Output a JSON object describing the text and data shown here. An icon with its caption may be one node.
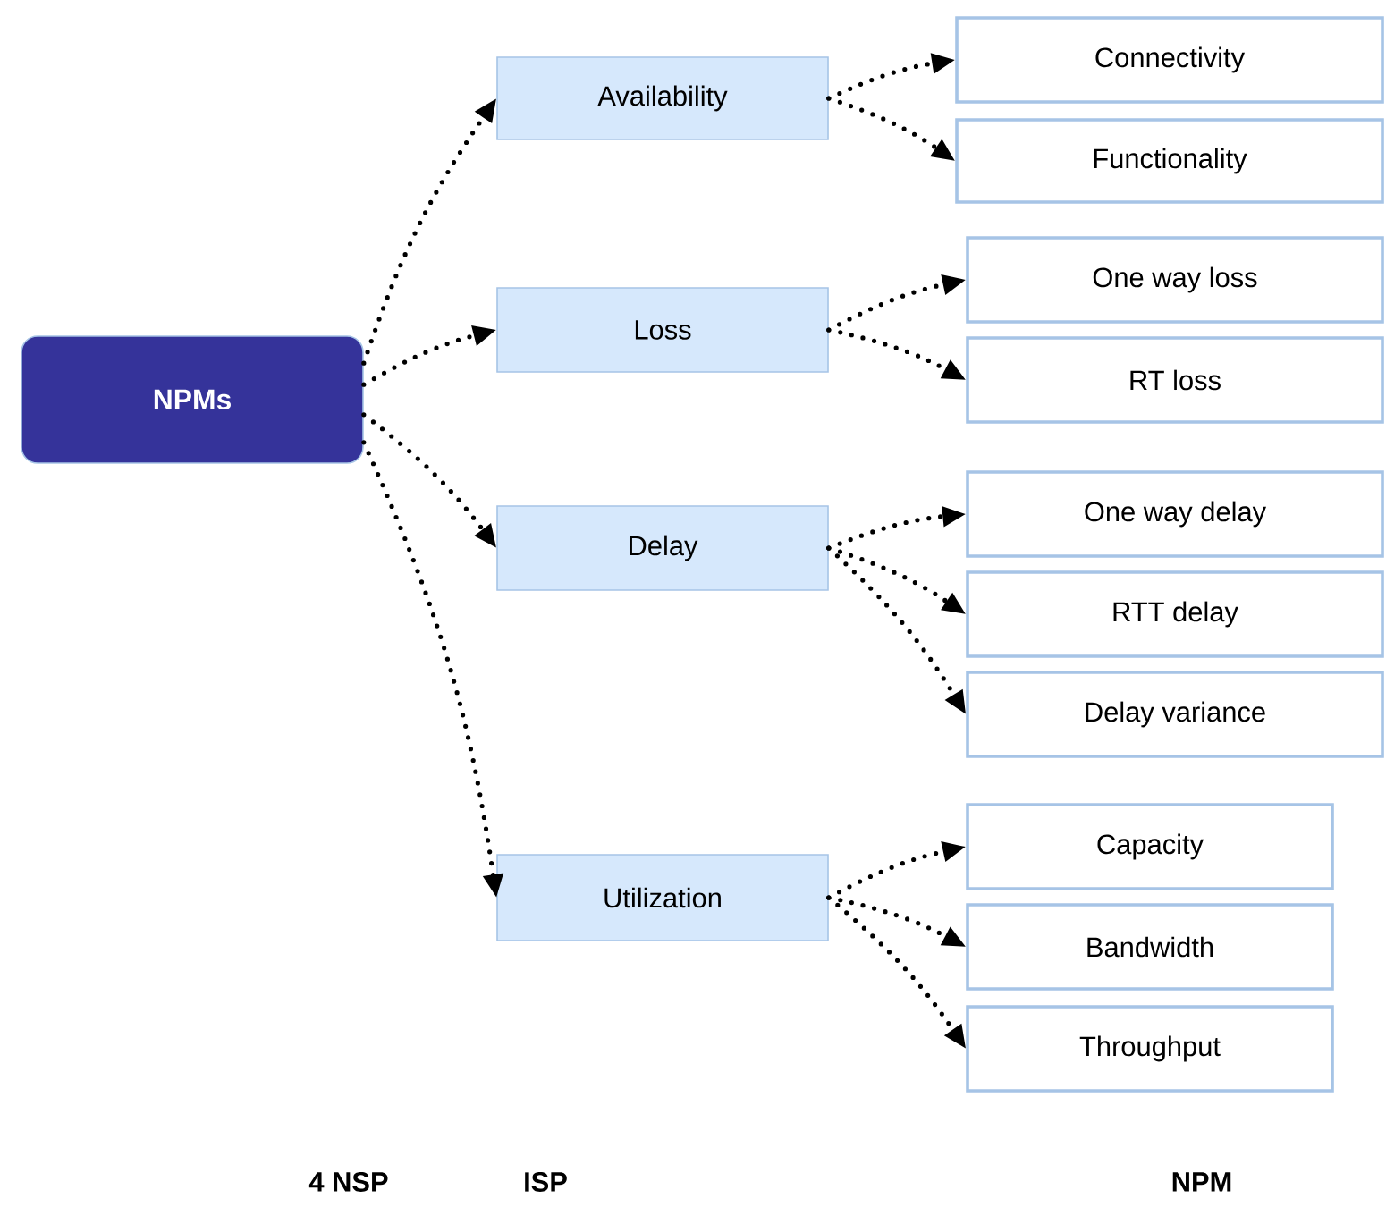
{
  "diagram": {
    "nodes": [
      {
        "text": [
          "NPMs"
        ]
      },
      {
        "text": [
          "Availability"
        ]
      },
      {
        "text": [
          "Loss"
        ]
      },
      {
        "text": [
          "Delay"
        ]
      },
      {
        "text": [
          "Utilization"
        ]
      },
      {
        "text": [
          "Connectivity"
        ]
      },
      {
        "text": [
          "Functionality"
        ]
      },
      {
        "text": [
          "One way loss"
        ]
      },
      {
        "text": [
          "RT loss"
        ]
      },
      {
        "text": [
          "One way delay"
        ]
      },
      {
        "text": [
          "RTT delay"
        ]
      },
      {
        "text": [
          "Delay variance"
        ]
      },
      {
        "text": [
          "Capacity"
        ]
      },
      {
        "text": [
          "Bandwidth"
        ]
      },
      {
        "text": [
          "Throughput"
        ]
      }
    ],
    "edges": [
      {
        "from": 0,
        "to": 1,
        "arrow": "to"
      },
      {
        "from": 0,
        "to": 2,
        "arrow": "to"
      },
      {
        "from": 0,
        "to": 3,
        "arrow": "to"
      },
      {
        "from": 0,
        "to": 4,
        "arrow": "to"
      },
      {
        "from": 1,
        "to": 5,
        "arrow": "to"
      },
      {
        "from": 1,
        "to": 6,
        "arrow": "to"
      },
      {
        "from": 2,
        "to": 7,
        "arrow": "to"
      },
      {
        "from": 2,
        "to": 8,
        "arrow": "to"
      },
      {
        "from": 3,
        "to": 9,
        "arrow": "to"
      },
      {
        "from": 3,
        "to": 10,
        "arrow": "to"
      },
      {
        "from": 3,
        "to": 11,
        "arrow": "to"
      },
      {
        "from": 4,
        "to": 12,
        "arrow": "to"
      },
      {
        "from": 4,
        "to": 13,
        "arrow": "to"
      },
      {
        "from": 4,
        "to": 14,
        "arrow": "to"
      }
    ],
    "labels": [
      "4 NSP",
      "ISP",
      "NPM"
    ]
  }
}
